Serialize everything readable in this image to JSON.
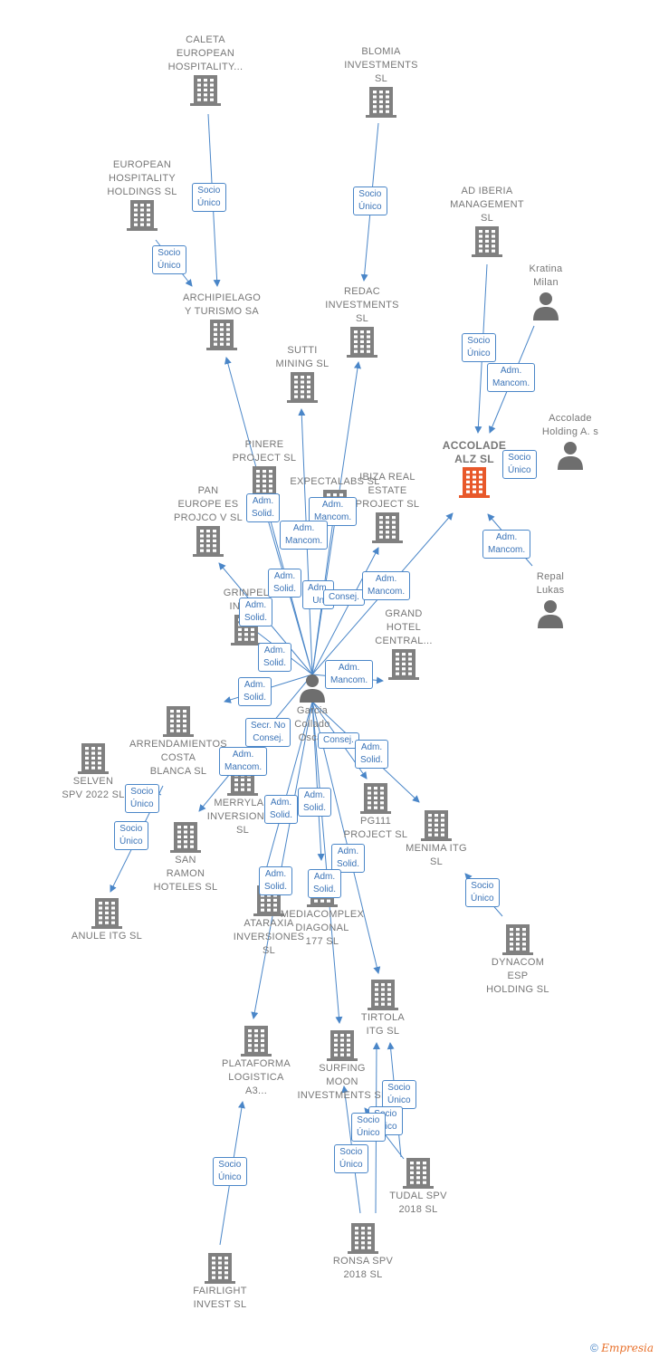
{
  "colors": {
    "edge": "#4a86c8",
    "company": "#808080",
    "focus": "#e8582a",
    "person": "#6e6e6e"
  },
  "nodes": [
    {
      "id": "caleta",
      "type": "company",
      "label": "CALETA\nEUROPEAN\nHOSPITALITY...",
      "label_pos": "above"
    },
    {
      "id": "blomia",
      "type": "company",
      "label": "BLOMIA\nINVESTMENTS\nSL",
      "label_pos": "above"
    },
    {
      "id": "european",
      "type": "company",
      "label": "EUROPEAN\nHOSPITALITY\nHOLDINGS  SL",
      "label_pos": "above"
    },
    {
      "id": "adiberia",
      "type": "company",
      "label": "AD IBERIA\nMANAGEMENT\nSL",
      "label_pos": "above"
    },
    {
      "id": "kratina",
      "type": "person",
      "label": "Kratina\nMilan",
      "label_pos": "above"
    },
    {
      "id": "archipielago",
      "type": "company",
      "label": "ARCHIPIELAGO\nY TURISMO SA",
      "label_pos": "above"
    },
    {
      "id": "redac",
      "type": "company",
      "label": "REDAC\nINVESTMENTS\nSL",
      "label_pos": "above"
    },
    {
      "id": "sutti",
      "type": "company",
      "label": "SUTTI\nMINING SL",
      "label_pos": "above"
    },
    {
      "id": "accoladeholding",
      "type": "person",
      "label": "Accolade\nHolding A. s",
      "label_pos": "above"
    },
    {
      "id": "accoladealz",
      "type": "focus",
      "label": "ACCOLADE\nALZ  SL",
      "label_pos": "above"
    },
    {
      "id": "pinere",
      "type": "company",
      "label": "PINERE\nPROJECT  SL",
      "label_pos": "above"
    },
    {
      "id": "expectalabs",
      "type": "company",
      "label": "EXPECTALABS  SL",
      "label_pos": "above"
    },
    {
      "id": "ibiza",
      "type": "company",
      "label": "IBIZA REAL\nESTATE\nPROJECT  SL",
      "label_pos": "above"
    },
    {
      "id": "pan",
      "type": "company",
      "label": "PAN\nEUROPE ES\nPROJCO V SL",
      "label_pos": "above"
    },
    {
      "id": "repal",
      "type": "person",
      "label": "Repal\nLukas",
      "label_pos": "above"
    },
    {
      "id": "grinpel",
      "type": "company",
      "label": "GRINPEL\nINVE...",
      "label_pos": "above"
    },
    {
      "id": "grandhotel",
      "type": "company",
      "label": "GRAND\nHOTEL\nCENTRAL...",
      "label_pos": "above"
    },
    {
      "id": "garcia",
      "type": "person",
      "label": "Garcia\nCollado\nOscar",
      "label_pos": "below"
    },
    {
      "id": "arrendamientos",
      "type": "company",
      "label": "ARRENDAMIENTOS\nCOSTA\nBLANCA SL",
      "label_pos": "below"
    },
    {
      "id": "selven",
      "type": "company",
      "label": "SELVEN\nSPV 2022  SL",
      "label_pos": "below"
    },
    {
      "id": "merrylan",
      "type": "company",
      "label": "MERRYLAN\nINVERSIONES\nSL",
      "label_pos": "below"
    },
    {
      "id": "pg111",
      "type": "company",
      "label": "PG111\nPROJECT  SL",
      "label_pos": "below"
    },
    {
      "id": "menima",
      "type": "company",
      "label": "MENIMA ITG\nSL",
      "label_pos": "below"
    },
    {
      "id": "sanramon",
      "type": "company",
      "label": "SAN\nRAMON\nHOTELES SL",
      "label_pos": "below"
    },
    {
      "id": "anule",
      "type": "company",
      "label": "ANULE ITG  SL",
      "label_pos": "below"
    },
    {
      "id": "ataraxia",
      "type": "company",
      "label": "ATARAXIA\nINVERSIONES\nSL",
      "label_pos": "below"
    },
    {
      "id": "mediacomplex",
      "type": "company",
      "label": "MEDIACOMPLEX\nDIAGONAL\n177  SL",
      "label_pos": "below"
    },
    {
      "id": "dynacom",
      "type": "company",
      "label": "DYNACOM\nESP\nHOLDING  SL",
      "label_pos": "below"
    },
    {
      "id": "tirtola",
      "type": "company",
      "label": "TIRTOLA\nITG  SL",
      "label_pos": "below"
    },
    {
      "id": "plataforma",
      "type": "company",
      "label": "PLATAFORMA\nLOGISTICA\nA3...",
      "label_pos": "below"
    },
    {
      "id": "surfing",
      "type": "company",
      "label": "SURFING\nMOON\nINVESTMENTS  SL",
      "label_pos": "below"
    },
    {
      "id": "tudal",
      "type": "company",
      "label": "TUDAL SPV\n2018  SL",
      "label_pos": "below"
    },
    {
      "id": "ronsa",
      "type": "company",
      "label": "RONSA SPV\n2018  SL",
      "label_pos": "below"
    },
    {
      "id": "fairlight",
      "type": "company",
      "label": "FAIRLIGHT\nINVEST  SL",
      "label_pos": "below"
    }
  ],
  "relations": [
    {
      "label": "Socio\nÚnico"
    },
    {
      "label": "Socio\nÚnico"
    },
    {
      "label": "Socio\nÚnico"
    },
    {
      "label": "Socio\nÚnico"
    },
    {
      "label": "Adm.\nMancom."
    },
    {
      "label": "Socio\nÚnico"
    },
    {
      "label": "Adm.\nMancom."
    },
    {
      "label": "Adm.\nSolid."
    },
    {
      "label": "Adm.\nMancom."
    },
    {
      "label": "Adm.\nMancom."
    },
    {
      "label": "Adm.\nSolid."
    },
    {
      "label": "Adm.\nUn"
    },
    {
      "label": "Consej."
    },
    {
      "label": "Adm.\nMancom."
    },
    {
      "label": "Adm.\nSolid."
    },
    {
      "label": "Adm.\nSolid."
    },
    {
      "label": "Adm.\nMancom."
    },
    {
      "label": "Adm.\nSolid."
    },
    {
      "label": "Secr.  No\nConsej."
    },
    {
      "label": "Consej."
    },
    {
      "label": "Adm.\nSolid."
    },
    {
      "label": "Adm.\nMancom."
    },
    {
      "label": "Socio\nÚnico"
    },
    {
      "label": "Socio\nÚnico"
    },
    {
      "label": "Adm.\nSolid."
    },
    {
      "label": "Adm.\nSolid."
    },
    {
      "label": "Adm.\nSolid."
    },
    {
      "label": "Adm.\nSolid."
    },
    {
      "label": "Adm.\nSolid."
    },
    {
      "label": "Socio\nÚnico"
    },
    {
      "label": "Socio\nÚnico"
    },
    {
      "label": "Socio\nÚnico"
    },
    {
      "label": "Socio\nÚnico"
    },
    {
      "label": "Socio\nÚnico"
    },
    {
      "label": "Socio\nÚnico"
    }
  ],
  "copyright": {
    "symbol": "©",
    "brand": "Empresia"
  }
}
